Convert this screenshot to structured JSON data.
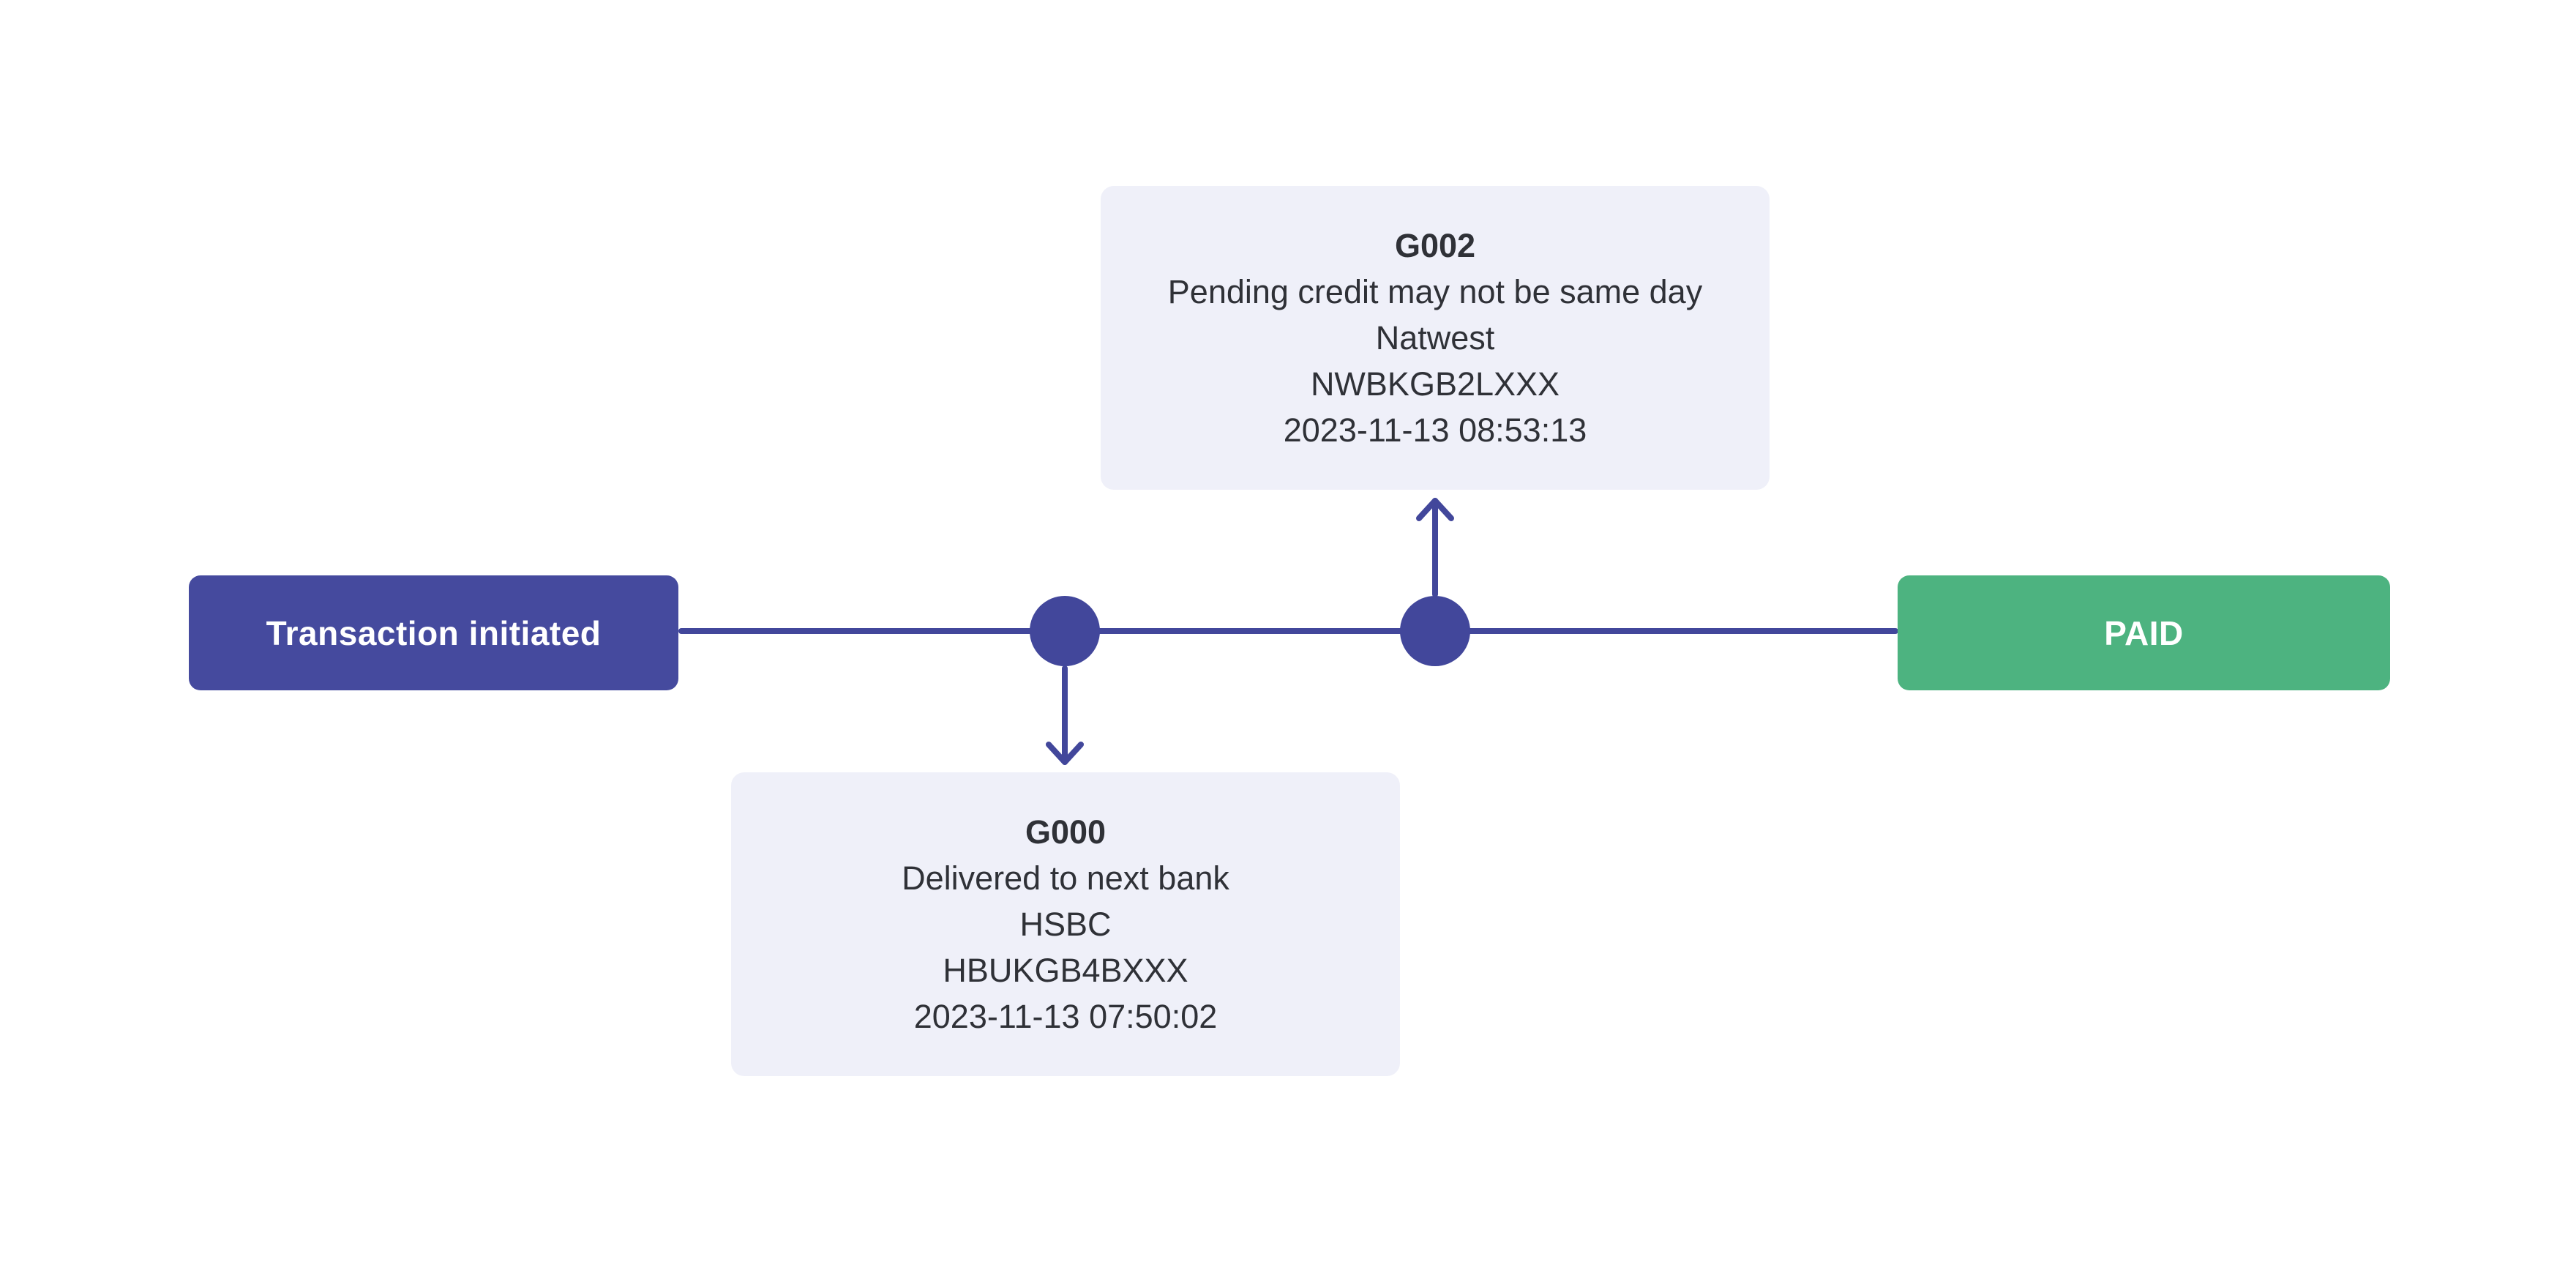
{
  "timeline": {
    "start_label": "Transaction initiated",
    "end_label": "PAID",
    "events": [
      {
        "code": "G000",
        "description": "Delivered to next bank",
        "bank": "HSBC",
        "bic": "HBUKGB4BXXX",
        "timestamp": "2023-11-13 07:50:02",
        "placement": "below-line"
      },
      {
        "code": "G002",
        "description": "Pending credit may not be same day",
        "bank": "Natwest",
        "bic": "NWBKGB2LXXX",
        "timestamp": "2023-11-13 08:53:13",
        "placement": "above-line"
      }
    ],
    "colors": {
      "accent_indigo": "#42479b",
      "start_box_indigo": "#454a9e",
      "success_green": "#4db380",
      "card_background": "#eff0f9",
      "card_text": "#2f3137",
      "canvas_background": "#ffffff"
    }
  }
}
